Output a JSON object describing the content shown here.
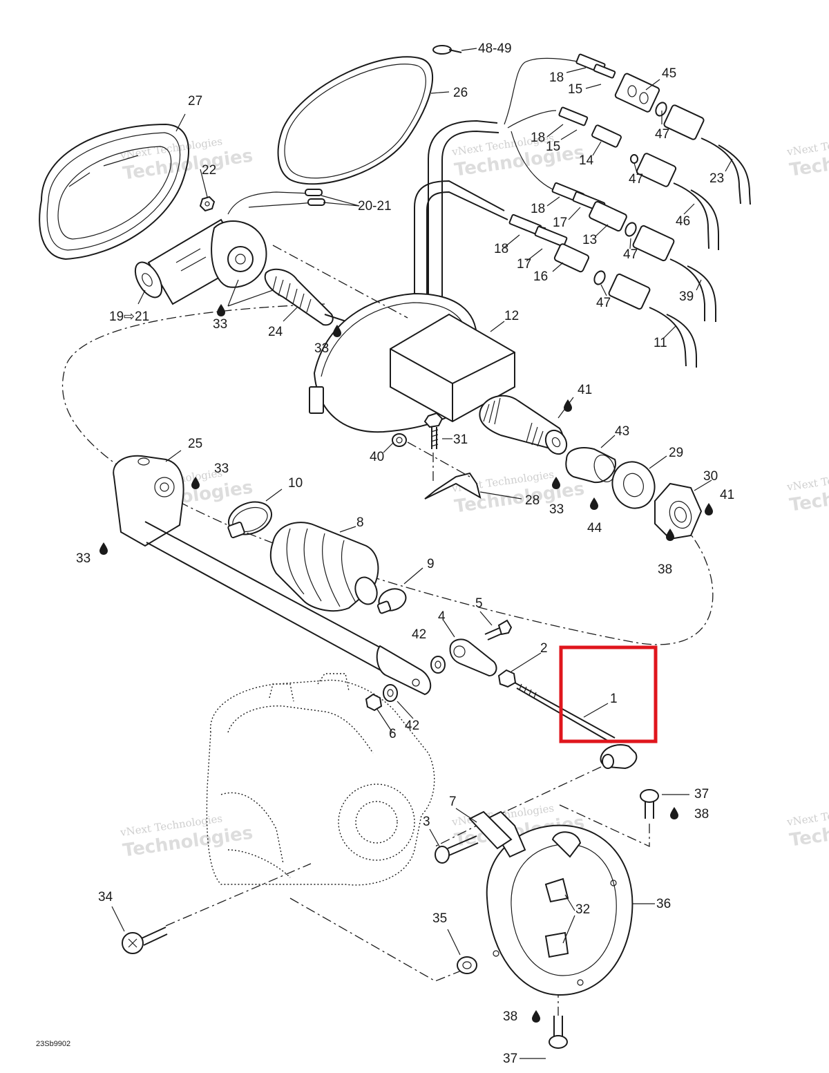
{
  "drawing_number": "23Sb9902",
  "watermark": {
    "line1": "vNext Technologies",
    "line2": "Technologies"
  },
  "highlight_color": "#e0161d",
  "callouts": [
    {
      "id": "c-48-49",
      "text": "48-49"
    },
    {
      "id": "c-26",
      "text": "26"
    },
    {
      "id": "c-18a",
      "text": "18"
    },
    {
      "id": "c-15a",
      "text": "15"
    },
    {
      "id": "c-45",
      "text": "45"
    },
    {
      "id": "c-27",
      "text": "27"
    },
    {
      "id": "c-18b",
      "text": "18"
    },
    {
      "id": "c-15b",
      "text": "15"
    },
    {
      "id": "c-47a",
      "text": "47"
    },
    {
      "id": "c-14",
      "text": "14"
    },
    {
      "id": "c-47b",
      "text": "47"
    },
    {
      "id": "c-23",
      "text": "23"
    },
    {
      "id": "c-22",
      "text": "22"
    },
    {
      "id": "c-20-21",
      "text": "20-21"
    },
    {
      "id": "c-18c",
      "text": "18"
    },
    {
      "id": "c-17a",
      "text": "17"
    },
    {
      "id": "c-13",
      "text": "13"
    },
    {
      "id": "c-46",
      "text": "46"
    },
    {
      "id": "c-18d",
      "text": "18"
    },
    {
      "id": "c-17b",
      "text": "17"
    },
    {
      "id": "c-47c",
      "text": "47"
    },
    {
      "id": "c-16",
      "text": "16"
    },
    {
      "id": "c-39",
      "text": "39"
    },
    {
      "id": "c-47d",
      "text": "47"
    },
    {
      "id": "c-19-21",
      "text": "19⇨21"
    },
    {
      "id": "c-33a",
      "text": "33"
    },
    {
      "id": "c-24",
      "text": "24"
    },
    {
      "id": "c-33b",
      "text": "33"
    },
    {
      "id": "c-12",
      "text": "12"
    },
    {
      "id": "c-11",
      "text": "11"
    },
    {
      "id": "c-41a",
      "text": "41"
    },
    {
      "id": "c-31",
      "text": "31"
    },
    {
      "id": "c-43",
      "text": "43"
    },
    {
      "id": "c-29",
      "text": "29"
    },
    {
      "id": "c-25",
      "text": "25"
    },
    {
      "id": "c-40",
      "text": "40"
    },
    {
      "id": "c-30",
      "text": "30"
    },
    {
      "id": "c-41b",
      "text": "41"
    },
    {
      "id": "c-33c",
      "text": "33"
    },
    {
      "id": "c-10",
      "text": "10"
    },
    {
      "id": "c-28",
      "text": "28"
    },
    {
      "id": "c-33d",
      "text": "33"
    },
    {
      "id": "c-44",
      "text": "44"
    },
    {
      "id": "c-38a",
      "text": "38"
    },
    {
      "id": "c-8",
      "text": "8"
    },
    {
      "id": "c-33e",
      "text": "33"
    },
    {
      "id": "c-9",
      "text": "9"
    },
    {
      "id": "c-5",
      "text": "5"
    },
    {
      "id": "c-4",
      "text": "4"
    },
    {
      "id": "c-42a",
      "text": "42"
    },
    {
      "id": "c-2",
      "text": "2"
    },
    {
      "id": "c-1",
      "text": "1"
    },
    {
      "id": "c-42b",
      "text": "42"
    },
    {
      "id": "c-6",
      "text": "6"
    },
    {
      "id": "c-37a",
      "text": "37"
    },
    {
      "id": "c-38b",
      "text": "38"
    },
    {
      "id": "c-7",
      "text": "7"
    },
    {
      "id": "c-3",
      "text": "3"
    },
    {
      "id": "c-32",
      "text": "32"
    },
    {
      "id": "c-36",
      "text": "36"
    },
    {
      "id": "c-34",
      "text": "34"
    },
    {
      "id": "c-35",
      "text": "35"
    },
    {
      "id": "c-38c",
      "text": "38"
    },
    {
      "id": "c-37b",
      "text": "37"
    }
  ]
}
